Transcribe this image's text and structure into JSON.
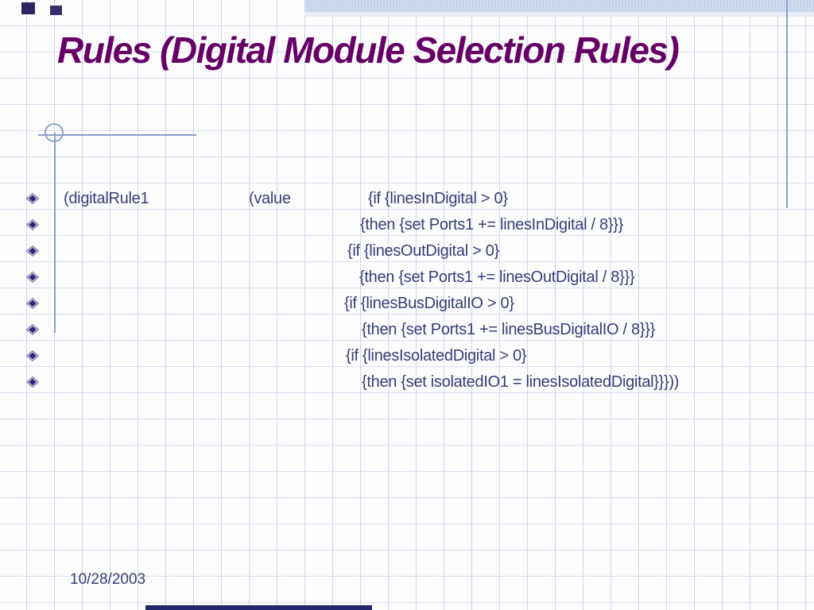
{
  "title": "Rules (Digital Module Selection Rules)",
  "footer": {
    "date": "10/28/2003"
  },
  "code_block": {
    "line1": {
      "col1": "(digitalRule1",
      "col2": "(value",
      "col3": "{if {linesInDigital > 0}"
    },
    "lines": [
      "{then {set Ports1 += linesInDigital / 8}}}",
      "{if {linesOutDigital > 0}",
      "{then {set Ports1 += linesOutDigital / 8}}}",
      "{if {linesBusDigitalIO > 0}",
      "{then {set Ports1 += linesBusDigitalIO / 8}}}",
      "{if {linesIsolatedDigital > 0}",
      "{then {set isolatedIO1 = linesIsolatedDigital}}}))"
    ]
  },
  "colors": {
    "title_text": "#660067",
    "body_text": "#383B78",
    "accent_line": "#8CA0CC",
    "top_band": "#C7D3EB",
    "bullet_inner": "#2E2580",
    "bullet_outer": "#C9C9DB",
    "corner_mark": "#2B2264",
    "bottom_bar": "#23266B",
    "grid_line": "#A3ADD8"
  }
}
